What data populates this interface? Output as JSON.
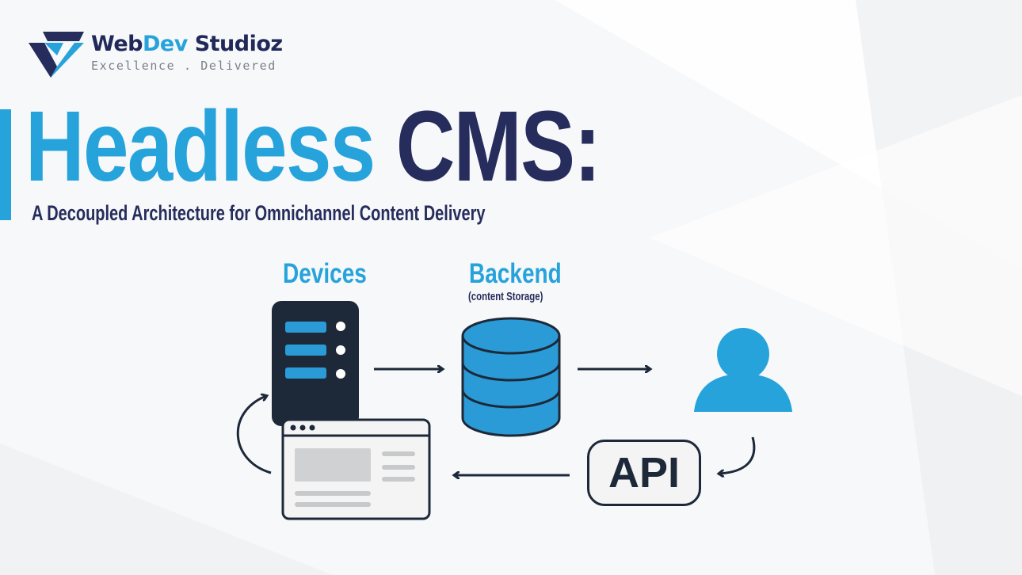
{
  "brand": {
    "name_part1": "Web",
    "name_part2": "Dev",
    "name_part3": " Studioz",
    "tagline": "Excellence . Delivered"
  },
  "headline": {
    "part1": "Headless",
    "part2": "CMS:",
    "subtitle": "A Decoupled Architecture for Omnichannel Content Delivery"
  },
  "diagram": {
    "devices_label": "Devices",
    "backend_label": "Backend",
    "backend_sublabel": "(content Storage)",
    "api_label": "API"
  },
  "icons": [
    "logo-mark",
    "server-icon",
    "database-icon",
    "user-icon",
    "browser-window-icon"
  ],
  "colors": {
    "accent": "#27a3dc",
    "navy": "#262c5c",
    "dark": "#1d2939"
  }
}
